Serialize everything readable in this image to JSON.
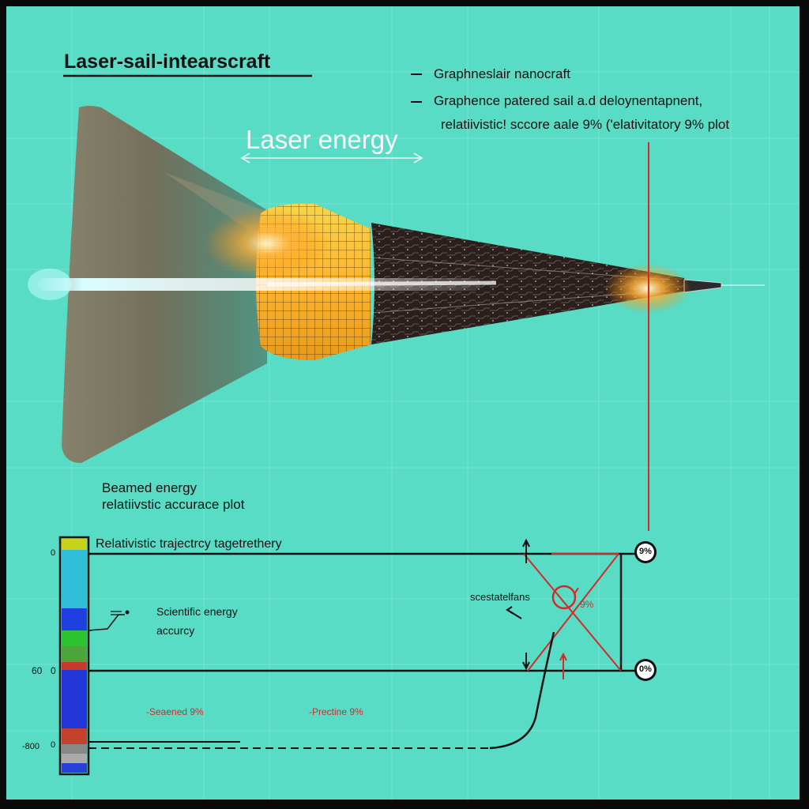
{
  "title": "Laser-sail-intearscraft",
  "beam_label": "Laser energy",
  "notes": [
    "Graphneslair nanocraft",
    "Graphence patered sail a.d deloynentapnent,",
    "relatiivistic! sccore aale  9%  ('elativitatory 9% plot"
  ],
  "plot": {
    "heading_line1": "Beamed  energy",
    "heading_line2": "relatiivstic accurace plot",
    "trajectory_label": "Relativistic trajectrcy  tagetrethery",
    "energy_label_line1": "Scientific energy",
    "energy_label_line2": "accurcy",
    "scatter_label": "scestatelfans",
    "percent_small": "9%",
    "bottom_labels": [
      "-Seaened 9%",
      "-Prectine 9%"
    ],
    "markers": [
      {
        "label": "9%",
        "value": 9
      },
      {
        "label": "0%",
        "value": 0
      }
    ],
    "y_ticks": [
      {
        "left": "",
        "right": "0"
      },
      {
        "left": "60",
        "right": "0"
      },
      {
        "left": "-800",
        "right": "0"
      }
    ]
  },
  "colors": {
    "background": "#58dcc6",
    "laser_line": "#d42a2a",
    "beam_core": "#bff6ff",
    "mesh": "#f5b21c"
  }
}
